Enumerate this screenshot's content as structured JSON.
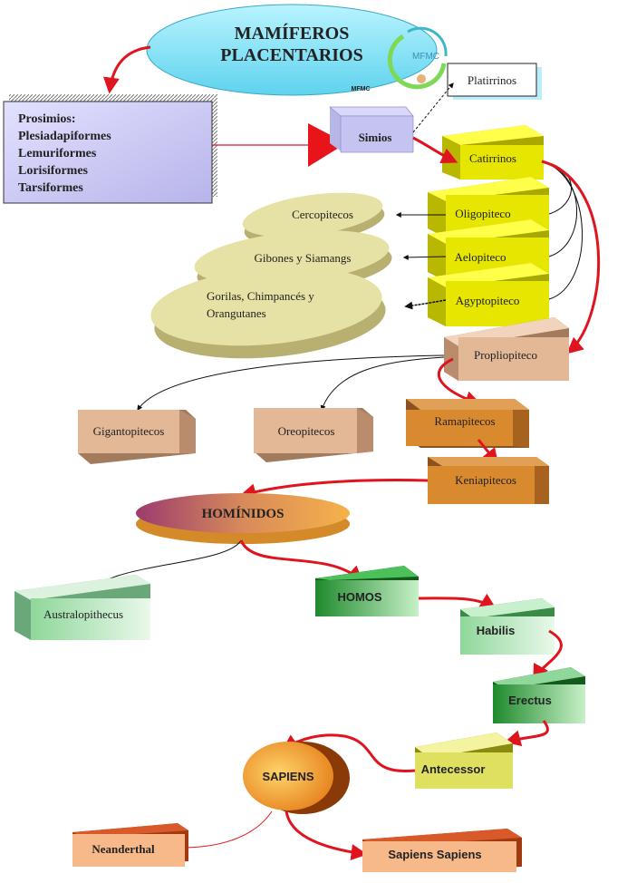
{
  "title": "MAMÍFEROS PLACENTARIOS",
  "title_line1": "MAMÍFEROS",
  "title_line2": "PLACENTARIOS",
  "logo": {
    "text": "MFMC",
    "small_text": "MFMC"
  },
  "prosimios": {
    "lines": [
      "Prosimios:",
      "Plesiadapiformes",
      "Lemuriformes",
      "Lorisiformes",
      "Tarsiformes"
    ]
  },
  "nodes": {
    "platirrinos": "Platirrinos",
    "simios": "Simios",
    "catirrinos": "Catirrinos",
    "oligopiteco": "Oligopiteco",
    "aelopiteco": "Aelopiteco",
    "agyptopiteco": "Agyptopiteco",
    "cercopitecos": "Cercopitecos",
    "gibones": "Gibones y Siamangs",
    "gorilas_line1": "Gorilas, Chimpancés y",
    "gorilas_line2": "Orangutanes",
    "propliopiteco": "Propliopiteco",
    "gigantopitecos": "Gigantopitecos",
    "oreopitecos": "Oreopitecos",
    "ramapitecos": "Ramapitecos",
    "keniapitecos": "Keniapitecos",
    "hominidos": "HOMÍNIDOS",
    "australopithecus": "Australopithecus",
    "homos": "HOMOS",
    "habilis": "Habilis",
    "erectus": "Erectus",
    "antecessor": "Antecessor",
    "sapiens": "SAPIENS",
    "neanderthal": "Neanderthal",
    "sapiens_sapiens": "Sapiens Sapiens"
  },
  "colors": {
    "red_arrow": "#e0141e",
    "yellow": "#e6e600",
    "tan": "#e8bfa0",
    "khaki": "#e3dfa0",
    "brown_orange": "#d98a2e",
    "green": "#2f9e3a",
    "light_green": "#bfe6c2",
    "peach": "#f7b98a",
    "lavender": "#c9c6f0",
    "cyan": "#8fe3f5"
  }
}
